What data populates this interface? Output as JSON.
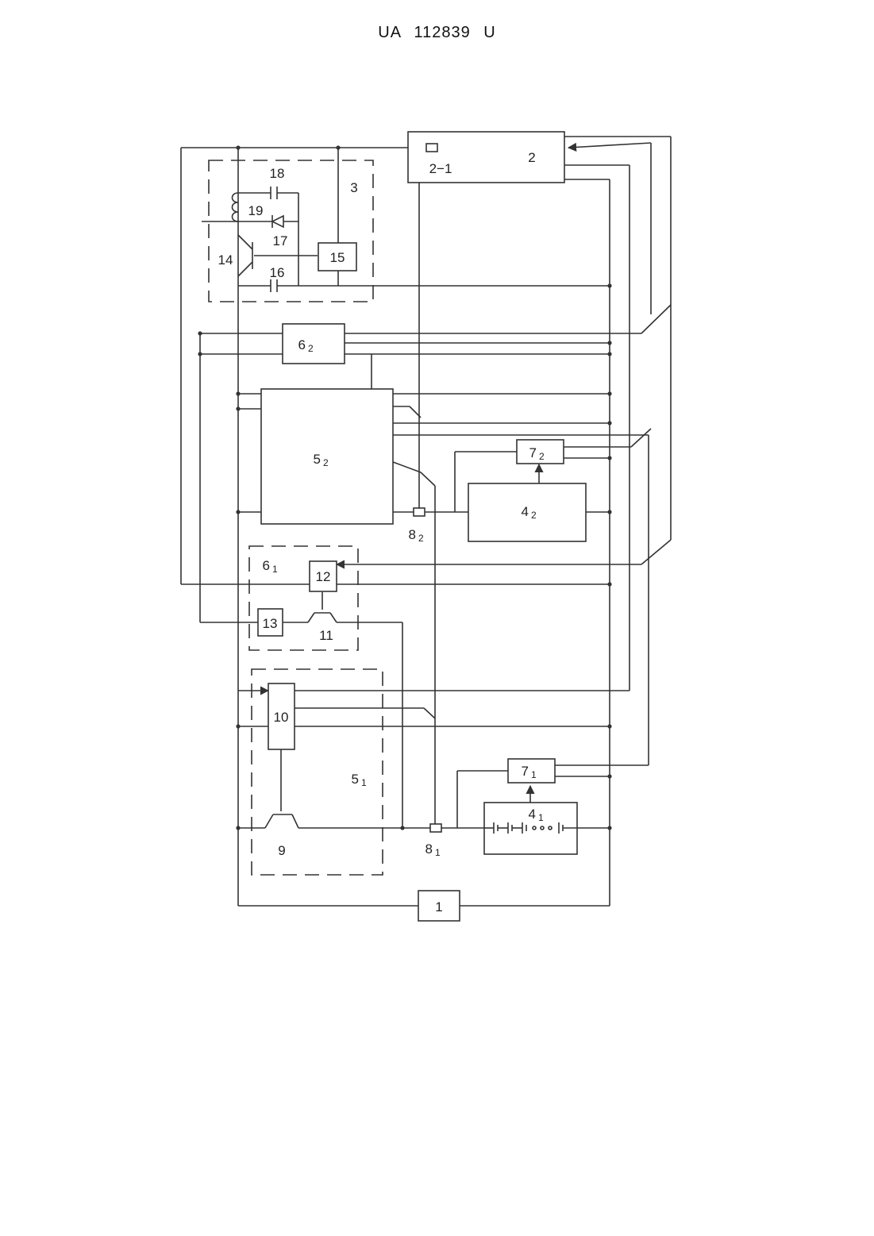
{
  "header": {
    "doc_number": "UA  112839  U"
  },
  "labels": {
    "b1": "1",
    "b2": "2",
    "b2_1": "2−1",
    "b3": "3",
    "b4_1": "4",
    "b4_1_sub": "1",
    "b4_2": "4",
    "b4_2_sub": "2",
    "b5_1": "5",
    "b5_1_sub": "1",
    "b5_2": "5",
    "b5_2_sub": "2",
    "b6_1": "6",
    "b6_1_sub": "1",
    "b6_2": "6",
    "b6_2_sub": "2",
    "b7_1": "7",
    "b7_1_sub": "1",
    "b7_2": "7",
    "b7_2_sub": "2",
    "b8_1": "8",
    "b8_1_sub": "1",
    "b8_2": "8",
    "b8_2_sub": "2",
    "b9": "9",
    "b10": "10",
    "b11": "11",
    "b12": "12",
    "b13": "13",
    "b14": "14",
    "b15": "15",
    "b16": "16",
    "b17": "17",
    "b18": "18",
    "b19": "19"
  }
}
